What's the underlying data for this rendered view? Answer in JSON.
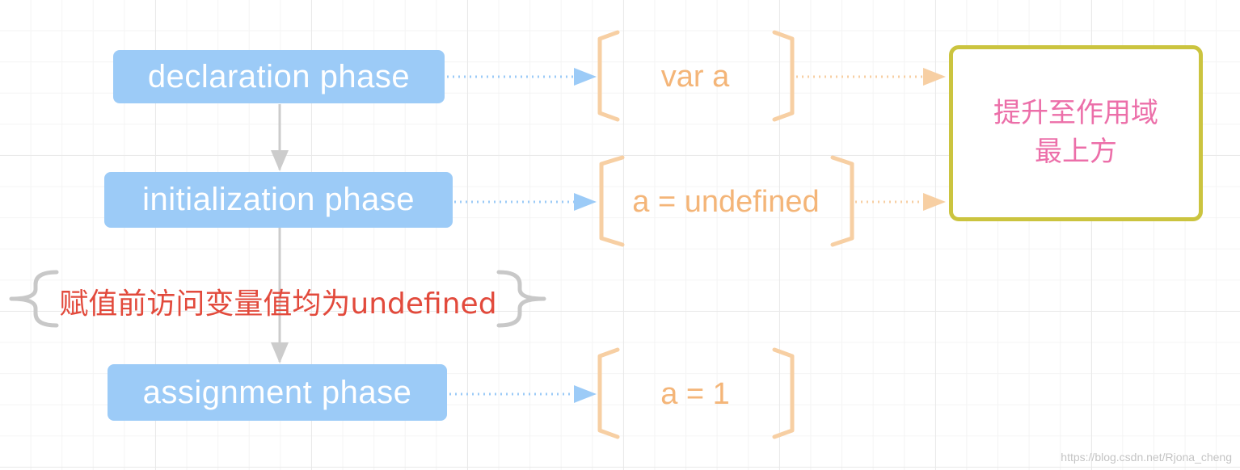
{
  "phases": [
    {
      "label": "declaration phase"
    },
    {
      "label": "initialization phase"
    },
    {
      "label": "assignment phase"
    }
  ],
  "values": [
    {
      "text": "var a"
    },
    {
      "text": "a = undefined"
    },
    {
      "text": "a = 1"
    }
  ],
  "target": {
    "line1": "提升至作用域",
    "line2": "最上方"
  },
  "note": {
    "text": "赋值前访问变量值均为undefined"
  },
  "watermark": "https://blog.csdn.net/Rjona_cheng",
  "colors": {
    "phase_fill": "#9ccbf7",
    "phase_arrow": "#9ccbf7",
    "value_text": "#f4b578",
    "bracket": "#f7cfa3",
    "target_border": "#cbc43f",
    "target_text": "#ec6fa9",
    "note_text": "#e24a3c",
    "note_bracket": "#c8c8c8",
    "flow_arrow": "#cccccc"
  }
}
